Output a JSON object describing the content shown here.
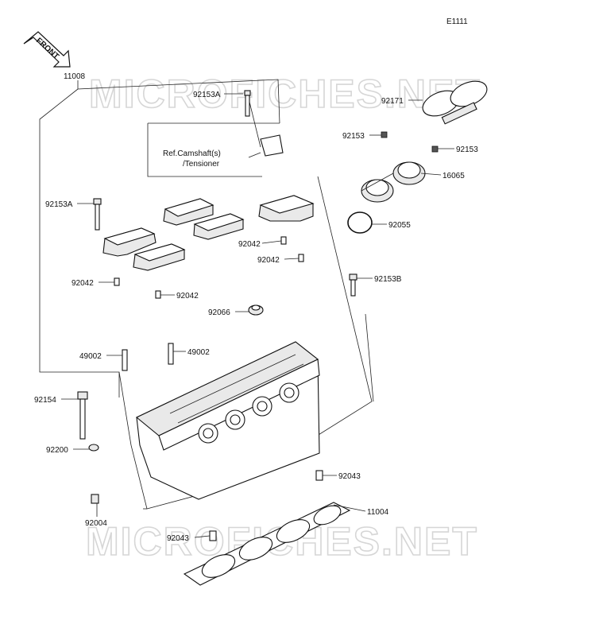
{
  "diagram_code": "E1111",
  "front_arrow_label": "FRONT",
  "watermark": "MICROFICHES.NET",
  "reference_note": {
    "line1": "Ref.Camshaft(s)",
    "line2": "/Tensioner"
  },
  "parts": {
    "p11008": "11008",
    "p92153A_top": "92153A",
    "p92153A_left": "92153A",
    "p92171": "92171",
    "p92153_left": "92153",
    "p92153_right": "92153",
    "p16065": "16065",
    "p92055": "92055",
    "p92042_a": "92042",
    "p92042_b": "92042",
    "p92042_c": "92042",
    "p92042_d": "92042",
    "p92153B": "92153B",
    "p92066": "92066",
    "p49002_left": "49002",
    "p49002_right": "49002",
    "p92154": "92154",
    "p92200": "92200",
    "p92043_right": "92043",
    "p11004": "11004",
    "p92004": "92004",
    "p92043_bottom": "92043"
  }
}
